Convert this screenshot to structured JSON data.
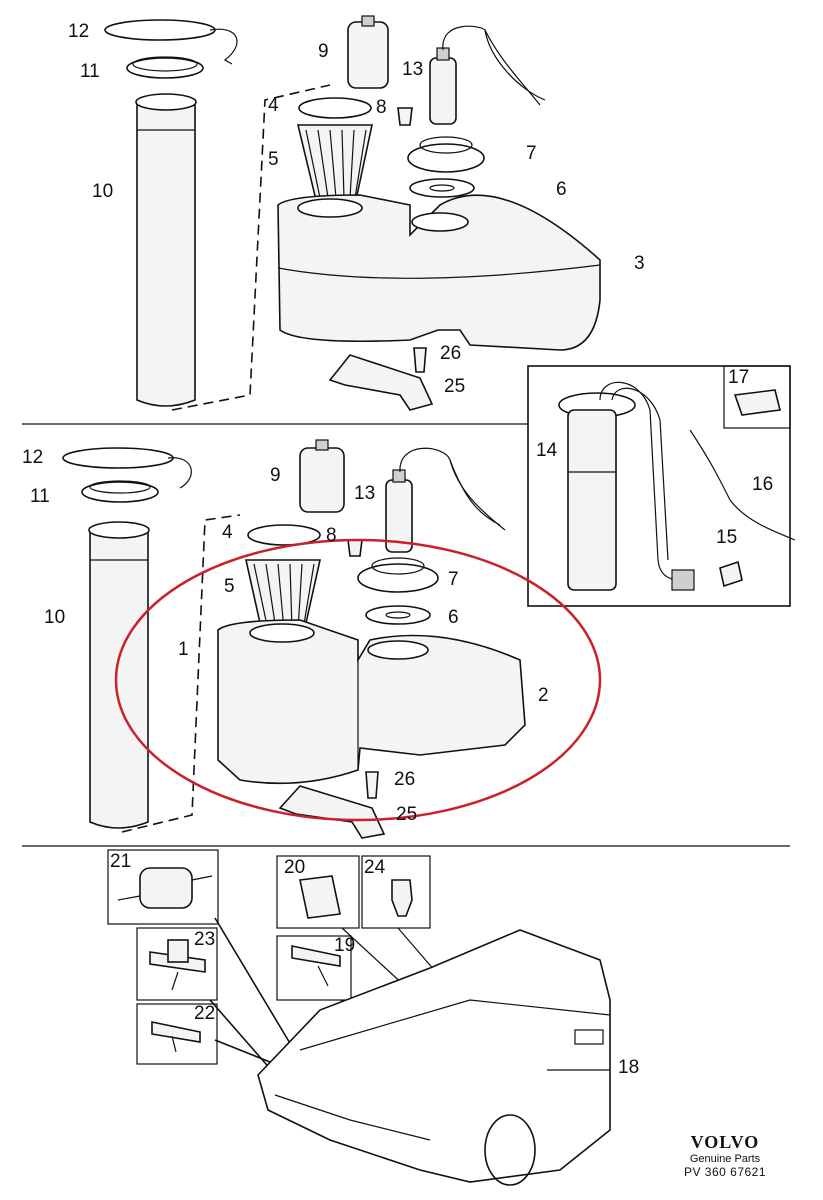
{
  "callouts": [
    {
      "id": "12-top",
      "text": "12"
    },
    {
      "id": "11-top",
      "text": "11"
    },
    {
      "id": "10-top",
      "text": "10"
    },
    {
      "id": "9-top",
      "text": "9"
    },
    {
      "id": "13-top",
      "text": "13"
    },
    {
      "id": "4-top",
      "text": "4"
    },
    {
      "id": "8-top",
      "text": "8"
    },
    {
      "id": "5-top",
      "text": "5"
    },
    {
      "id": "7-top",
      "text": "7"
    },
    {
      "id": "6-top",
      "text": "6"
    },
    {
      "id": "3",
      "text": "3"
    },
    {
      "id": "26-top",
      "text": "26"
    },
    {
      "id": "25-top",
      "text": "25"
    },
    {
      "id": "17",
      "text": "17"
    },
    {
      "id": "14",
      "text": "14"
    },
    {
      "id": "16",
      "text": "16"
    },
    {
      "id": "15",
      "text": "15"
    },
    {
      "id": "12-mid",
      "text": "12"
    },
    {
      "id": "11-mid",
      "text": "11"
    },
    {
      "id": "9-mid",
      "text": "9"
    },
    {
      "id": "13-mid",
      "text": "13"
    },
    {
      "id": "4-mid",
      "text": "4"
    },
    {
      "id": "8-mid",
      "text": "8"
    },
    {
      "id": "5-mid",
      "text": "5"
    },
    {
      "id": "7-mid",
      "text": "7"
    },
    {
      "id": "6-mid",
      "text": "6"
    },
    {
      "id": "10-mid",
      "text": "10"
    },
    {
      "id": "1",
      "text": "1"
    },
    {
      "id": "2",
      "text": "2"
    },
    {
      "id": "26-mid",
      "text": "26"
    },
    {
      "id": "25-mid",
      "text": "25"
    },
    {
      "id": "21",
      "text": "21"
    },
    {
      "id": "20",
      "text": "20"
    },
    {
      "id": "24",
      "text": "24"
    },
    {
      "id": "23",
      "text": "23"
    },
    {
      "id": "19",
      "text": "19"
    },
    {
      "id": "22",
      "text": "22"
    },
    {
      "id": "18",
      "text": "18"
    }
  ],
  "brand": {
    "logo": "VOLVO",
    "subtitle": "Genuine Parts",
    "code": "PV 360 67621"
  },
  "colors": {
    "line": "#111111",
    "highlight_ellipse": "#cc1f2a",
    "background": "#ffffff"
  }
}
